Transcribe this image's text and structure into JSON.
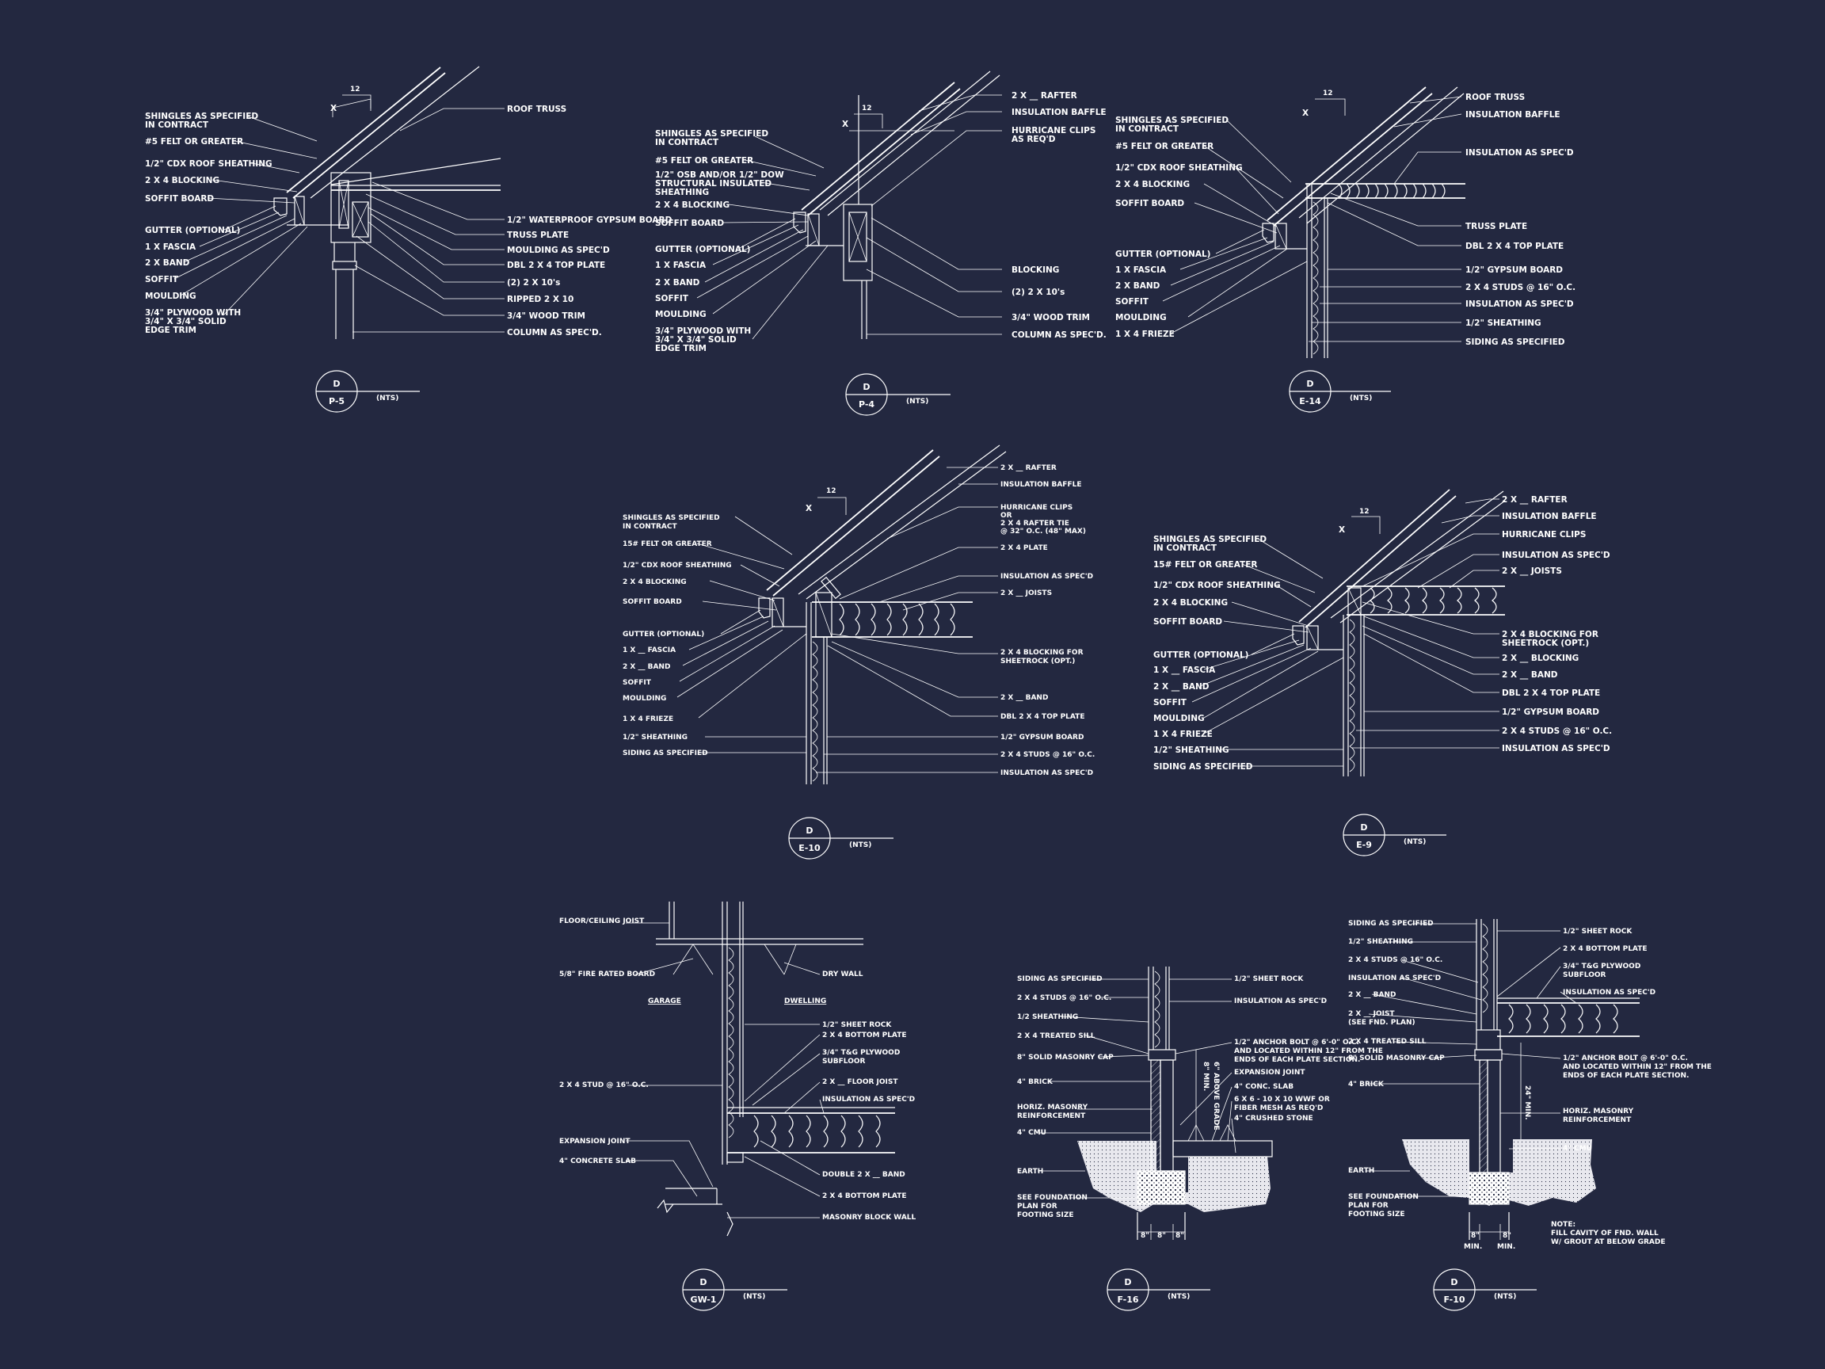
{
  "colors": {
    "background": "#232840",
    "linework": "#ffffff"
  },
  "details": {
    "p5": {
      "left": [
        "SHINGLES AS SPECIFIED",
        "IN CONTRACT",
        "#5 FELT OR GREATER",
        "1/2\" CDX ROOF SHEATHING",
        "2 X 4 BLOCKING",
        "SOFFIT BOARD",
        "GUTTER (OPTIONAL)",
        "1 X   FASCIA",
        "2 X   BAND",
        "SOFFIT",
        "MOULDING",
        "3/4\" PLYWOOD WITH",
        "3/4\" X 3/4\" SOLID",
        "EDGE TRIM"
      ],
      "right": [
        "ROOF TRUSS",
        "1/2\" WATERPROOF GYPSUM BOARD",
        "TRUSS PLATE",
        "MOULDING AS SPEC'D",
        "DBL 2 X 4 TOP PLATE",
        "(2) 2 X 10's",
        "RIPPED 2 X 10",
        "3/4\" WOOD TRIM",
        "COLUMN AS SPEC'D."
      ],
      "pitch": [
        "X",
        "12"
      ],
      "tag": {
        "letter": "D",
        "sheet": "P-5",
        "scale": "(NTS)"
      }
    },
    "p4": {
      "left": [
        "SHINGLES AS SPECIFIED",
        "IN CONTRACT",
        "#5 FELT OR GREATER",
        "1/2\" OSB AND/OR 1/2\" DOW",
        "STRUCTURAL INSULATED",
        "SHEATHING",
        "2 X 4 BLOCKING",
        "SOFFIT  BOARD",
        "GUTTER (OPTIONAL)",
        "1 X   FASCIA",
        "2 X   BAND",
        "SOFFIT",
        "MOULDING",
        "3/4\" PLYWOOD WITH",
        "3/4\" X 3/4\" SOLID",
        "EDGE TRIM"
      ],
      "right": [
        "2 X __ RAFTER",
        "INSULATION BAFFLE",
        "HURRICANE CLIPS",
        "AS REQ'D",
        "BLOCKING",
        "(2) 2 X 10's",
        "3/4\" WOOD TRIM",
        "COLUMN AS SPEC'D."
      ],
      "pitch": [
        "X",
        "12"
      ],
      "tag": {
        "letter": "D",
        "sheet": "P-4",
        "scale": "(NTS)"
      }
    },
    "e14": {
      "left": [
        "SHINGLES AS SPECIFIED",
        "IN CONTRACT",
        "#5 FELT OR GREATER",
        "1/2\" CDX ROOF SHEATHING",
        "2 X 4 BLOCKING",
        "SOFFIT  BOARD",
        "GUTTER (OPTIONAL)",
        "1 X   FASCIA",
        "2 X   BAND",
        "SOFFIT",
        "MOULDING",
        "1 X 4 FRIEZE"
      ],
      "right": [
        "ROOF TRUSS",
        "INSULATION BAFFLE",
        "INSULATION AS SPEC'D",
        "TRUSS PLATE",
        "DBL 2 X 4 TOP PLATE",
        "1/2\" GYPSUM BOARD",
        "2 X 4 STUDS @ 16\" O.C.",
        "INSULATION AS SPEC'D",
        "1/2\" SHEATHING",
        "SIDING AS SPECIFIED"
      ],
      "pitch": [
        "X",
        "12"
      ],
      "tag": {
        "letter": "D",
        "sheet": "E-14",
        "scale": "(NTS)"
      }
    },
    "e10": {
      "left": [
        "SHINGLES AS SPECIFIED",
        "IN CONTRACT",
        "15# FELT OR GREATER",
        "1/2\" CDX ROOF SHEATHING",
        "2 X 4 BLOCKING",
        "SOFFIT BOARD",
        "GUTTER (OPTIONAL)",
        "1 X __ FASCIA",
        "2 X __ BAND",
        "SOFFIT",
        "MOULDING",
        "1 X 4 FRIEZE",
        "1/2\" SHEATHING",
        "SIDING AS SPECIFIED"
      ],
      "right": [
        "2 X __ RAFTER",
        "INSULATION BAFFLE",
        "HURRICANE CLIPS",
        "OR",
        "2 X 4 RAFTER TIE",
        "@ 32\" O.C. (48\" MAX)",
        "2 X 4 PLATE",
        "INSULATION AS SPEC'D",
        "2 X __ JOISTS",
        "2 X 4 BLOCKING FOR",
        "SHEETROCK (OPT.)",
        "2 X __ BAND",
        "DBL 2 X 4 TOP PLATE",
        "1/2\" GYPSUM BOARD",
        "2 X 4 STUDS @ 16\" O.C.",
        "INSULATION AS SPEC'D"
      ],
      "pitch": [
        "X",
        "12"
      ],
      "tag": {
        "letter": "D",
        "sheet": "E-10",
        "scale": "(NTS)"
      }
    },
    "e9": {
      "left": [
        "SHINGLES AS SPECIFIED",
        "IN CONTRACT",
        "15# FELT OR GREATER",
        "1/2\" CDX ROOF SHEATHING",
        "2 X 4 BLOCKING",
        "SOFFIT  BOARD",
        "GUTTER (OPTIONAL)",
        "1 X __ FASCIA",
        "2 X __ BAND",
        "SOFFIT",
        "MOULDING",
        "1 X 4 FRIEZE",
        "1/2\" SHEATHING",
        "SIDING AS SPECIFIED"
      ],
      "right": [
        "2 X __ RAFTER",
        "INSULATION BAFFLE",
        "HURRICANE CLIPS",
        "INSULATION AS SPEC'D",
        "2 X __ JOISTS",
        "2 X 4 BLOCKING FOR",
        "SHEETROCK (OPT.)",
        "2 X __ BLOCKING",
        "2 X __ BAND",
        "DBL 2 X 4 TOP PLATE",
        "1/2\" GYPSUM BOARD",
        "2 X 4 STUDS @ 16\" O.C.",
        "INSULATION AS SPEC'D"
      ],
      "pitch": [
        "X",
        "12"
      ],
      "tag": {
        "letter": "D",
        "sheet": "E-9",
        "scale": "(NTS)"
      }
    },
    "gw1": {
      "left": [
        "FLOOR/CEILING JOIST",
        "5/8\" FIRE RATED BOARD",
        "2 X 4 STUD @ 16\" O.C.",
        "EXPANSION JOINT",
        "4\" CONCRETE SLAB"
      ],
      "rooms": [
        "GARAGE",
        "DWELLING"
      ],
      "right": [
        "DRY WALL",
        "1/2\" SHEET ROCK",
        "2 X 4 BOTTOM PLATE",
        "3/4\" T&G PLYWOOD",
        "SUBFLOOR",
        "2 X __ FLOOR JOIST",
        "INSULATION AS SPEC'D",
        "DOUBLE 2 X __ BAND",
        "2 X 4 BOTTOM PLATE",
        "MASONRY BLOCK WALL"
      ],
      "tag": {
        "letter": "D",
        "sheet": "GW-1",
        "scale": "(NTS)"
      }
    },
    "f16": {
      "left": [
        "SIDING AS SPECIFIED",
        "2 X 4 STUDS @ 16\" O.C.",
        "1/2 SHEATHING",
        "2 X 4 TREATED SILL",
        "8\" SOLID MASONRY CAP",
        "4\" BRICK",
        "HORIZ. MASONRY",
        "REINFORCEMENT",
        "4\" CMU",
        "EARTH",
        "SEE FOUNDATION",
        "PLAN FOR",
        "FOOTING SIZE"
      ],
      "right": [
        "1/2\" SHEET ROCK",
        "INSULATION AS SPEC'D",
        "1/2\" ANCHOR BOLT @ 6'-0\" O.C.",
        "AND LOCATED WITHIN 12\" FROM THE",
        "ENDS OF EACH PLATE SECTION.",
        "EXPANSION JOINT",
        "4\" CONC. SLAB",
        "6 X 6 - 10 X 10 WWF OR",
        "FIBER MESH AS REQ'D",
        "4\" CRUSHED STONE"
      ],
      "dims": [
        "8\" MIN.",
        "6\" ABOVE GRADE",
        "8\"",
        "8\"",
        "8\""
      ],
      "tag": {
        "letter": "D",
        "sheet": "F-16",
        "scale": "(NTS)"
      }
    },
    "f10": {
      "left": [
        "SIDING AS SPECIFIED",
        "1/2\" SHEATHING",
        "2 X 4 STUDS @ 16\" O.C.",
        "INSULATION AS SPEC'D",
        "2 X __ BAND",
        "2 X __ JOIST",
        "(SEE FND. PLAN)",
        "2 X 4 TREATED SILL",
        "8\" SOLID MASONRY CAP",
        "4\" BRICK",
        "EARTH",
        "SEE FOUNDATION",
        "PLAN FOR",
        "FOOTING SIZE"
      ],
      "right": [
        "1/2\" SHEET ROCK",
        "2 X 4 BOTTOM PLATE",
        "3/4\" T&G PLYWOOD",
        "SUBFLOOR",
        "INSULATION AS SPEC'D",
        "1/2\" ANCHOR BOLT @ 6'-0\" O.C.",
        "AND LOCATED WITHIN 12\" FROM THE",
        "ENDS OF EACH PLATE SECTION.",
        "HORIZ. MASONRY",
        "REINFORCEMENT",
        "4\" CMU"
      ],
      "note": [
        "NOTE:",
        "FILL CAVITY OF FND. WALL",
        "W/ GROUT AT BELOW GRADE"
      ],
      "dims": [
        "24\" MIN.",
        "8\"",
        "8\"",
        "MIN.",
        "MIN."
      ],
      "tag": {
        "letter": "D",
        "sheet": "F-10",
        "scale": "(NTS)"
      }
    }
  }
}
